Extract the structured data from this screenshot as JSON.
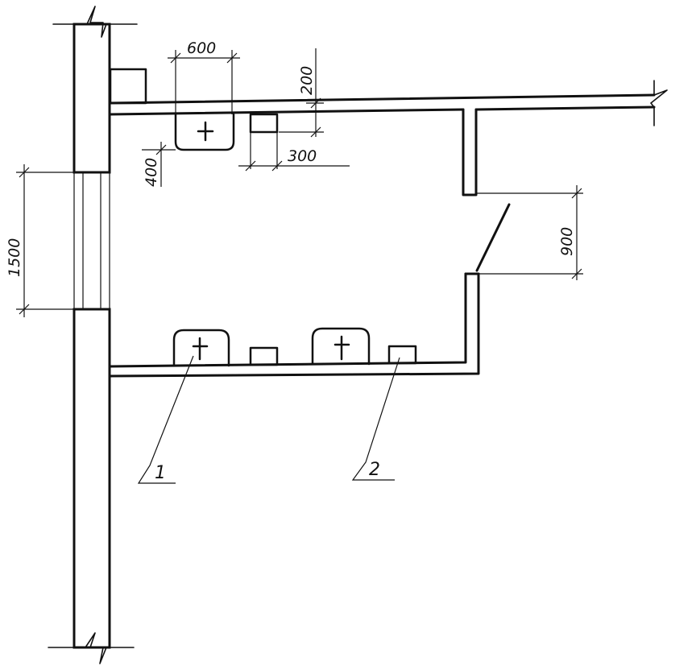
{
  "dimensions": {
    "urinal_width": "600",
    "partition_height": "200",
    "urinal_depth": "400",
    "stall_spacing": "300",
    "window_width": "1500",
    "door_opening": "900"
  },
  "callouts": {
    "item_1": "1",
    "item_2": "2"
  },
  "colors": {
    "ink": "#111111",
    "paper": "#ffffff"
  }
}
